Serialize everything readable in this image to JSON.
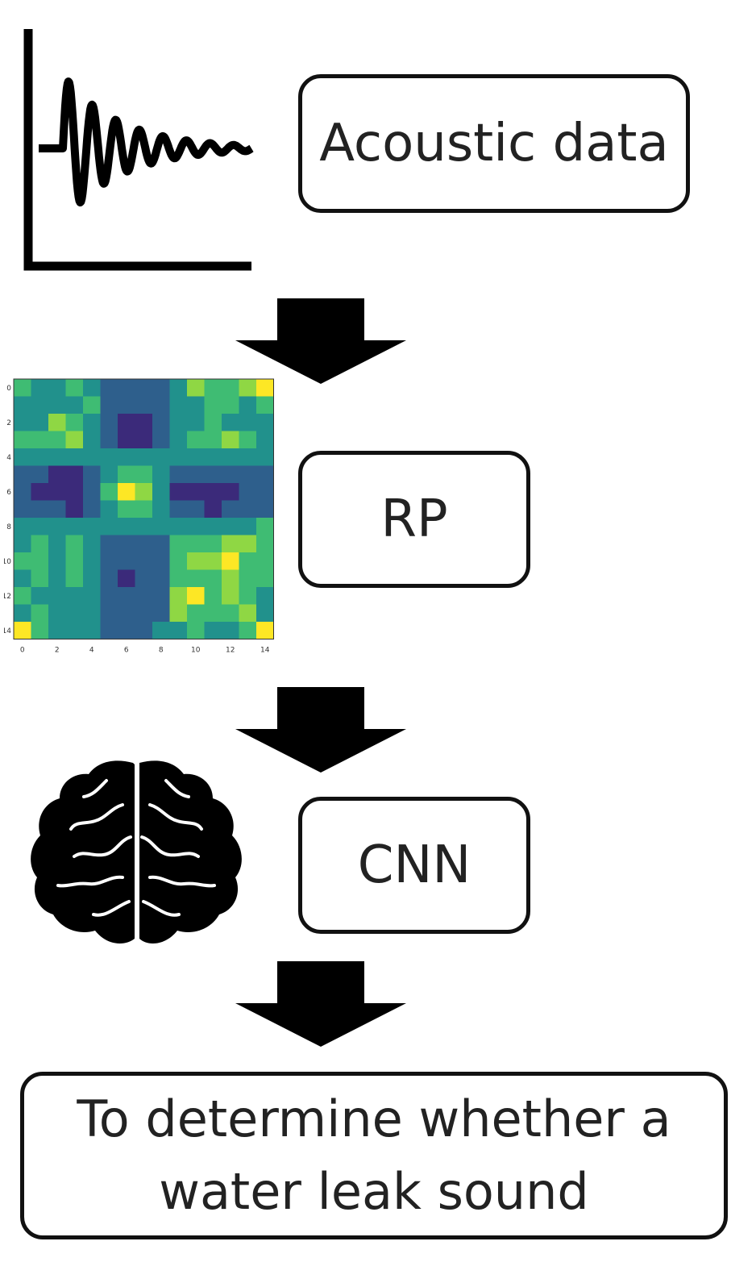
{
  "steps": {
    "acoustic_label": "Acoustic data",
    "rp_label": "RP",
    "cnn_label": "CNN",
    "result_line1": "To determine whether a",
    "result_line2": "water leak sound"
  },
  "recurrence_plot": {
    "ticks": [
      "0",
      "2",
      "4",
      "6",
      "8",
      "10",
      "12",
      "14"
    ],
    "colormap": [
      "#3b2a7a",
      "#2e5f8c",
      "#21918c",
      "#3fbc73",
      "#8fd744",
      "#fde725"
    ],
    "matrix": [
      [
        3,
        2,
        2,
        3,
        2,
        1,
        1,
        1,
        1,
        2,
        4,
        3,
        3,
        4,
        5
      ],
      [
        2,
        2,
        2,
        2,
        3,
        1,
        1,
        1,
        1,
        2,
        2,
        3,
        3,
        2,
        3
      ],
      [
        2,
        2,
        4,
        3,
        2,
        1,
        0,
        0,
        1,
        2,
        2,
        3,
        2,
        2,
        2
      ],
      [
        3,
        3,
        3,
        4,
        2,
        1,
        0,
        0,
        1,
        2,
        3,
        3,
        4,
        3,
        2
      ],
      [
        2,
        2,
        2,
        2,
        2,
        2,
        2,
        2,
        2,
        2,
        2,
        2,
        2,
        2,
        2
      ],
      [
        1,
        1,
        0,
        0,
        1,
        2,
        3,
        3,
        2,
        1,
        1,
        1,
        1,
        1,
        1
      ],
      [
        1,
        0,
        0,
        0,
        1,
        3,
        5,
        4,
        2,
        0,
        0,
        0,
        0,
        1,
        1
      ],
      [
        1,
        1,
        1,
        0,
        1,
        2,
        3,
        3,
        2,
        1,
        1,
        0,
        1,
        1,
        1
      ],
      [
        2,
        2,
        2,
        2,
        2,
        2,
        2,
        2,
        2,
        2,
        2,
        2,
        2,
        2,
        3
      ],
      [
        2,
        3,
        2,
        3,
        2,
        1,
        1,
        1,
        1,
        3,
        3,
        3,
        4,
        4,
        3
      ],
      [
        3,
        3,
        2,
        3,
        2,
        1,
        1,
        1,
        1,
        3,
        4,
        4,
        5,
        3,
        3
      ],
      [
        2,
        3,
        2,
        3,
        2,
        1,
        0,
        1,
        1,
        3,
        3,
        3,
        4,
        3,
        3
      ],
      [
        3,
        2,
        2,
        2,
        2,
        1,
        1,
        1,
        1,
        4,
        5,
        3,
        4,
        3,
        2
      ],
      [
        2,
        3,
        2,
        2,
        2,
        1,
        1,
        1,
        1,
        4,
        3,
        3,
        3,
        4,
        2
      ],
      [
        5,
        3,
        2,
        2,
        2,
        1,
        1,
        1,
        2,
        2,
        3,
        2,
        2,
        3,
        5
      ]
    ]
  }
}
